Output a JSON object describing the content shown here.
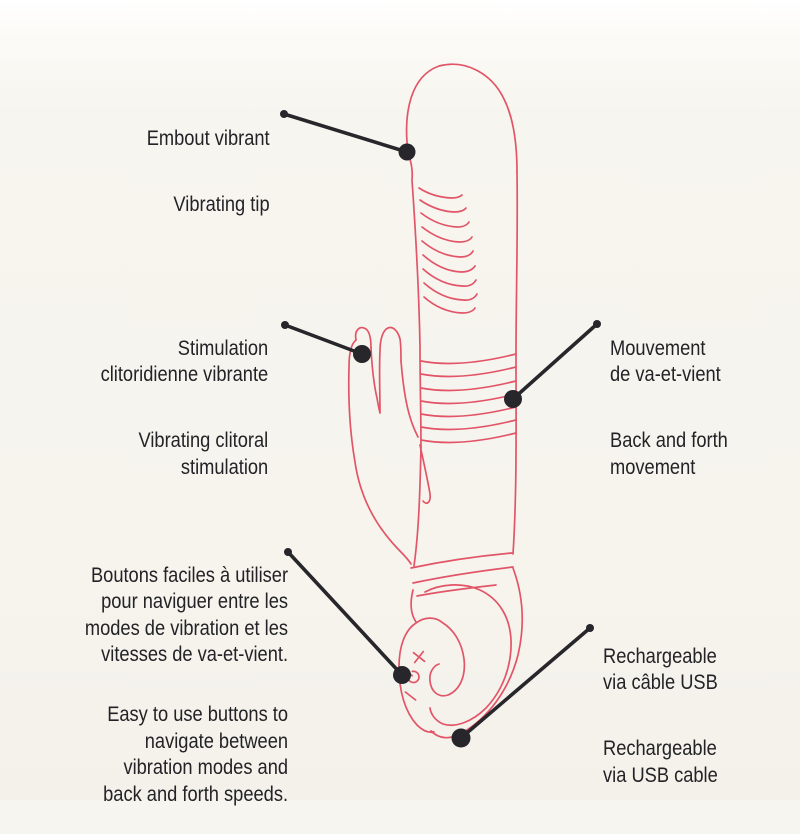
{
  "meta": {
    "description": "Bilingual (French/English) annotated product diagram of a rabbit-style thrusting vibrator, drawn as a pink line sketch with black callout leader lines and dots"
  },
  "colors": {
    "background": "#f7f5ef",
    "background_top": "#ffffff",
    "drawing": "#e25568",
    "callout": "#26262b",
    "text": "#232327"
  },
  "callouts": {
    "tip": {
      "fr": "Embout vibrant",
      "en": "Vibrating tip"
    },
    "clitoral": {
      "fr": "Stimulation\nclitoridienne vibrante",
      "en": "Vibrating clitoral\nstimulation"
    },
    "movement": {
      "fr": "Mouvement\nde va-et-vient",
      "en": "Back and forth\nmovement"
    },
    "buttons": {
      "fr": "Boutons faciles à utiliser\npour naviguer entre les\nmodes de vibration et les\nvitesses de va-et-vient.",
      "en": "Easy to use buttons to\nnavigate between\nvibration modes and\nback and forth speeds."
    },
    "recharge": {
      "fr": "Rechargeable\nvia câble USB",
      "en": "Rechargeable\nvia USB cable"
    }
  },
  "device": {
    "control_symbols": [
      "plus",
      "power",
      "minus"
    ]
  }
}
